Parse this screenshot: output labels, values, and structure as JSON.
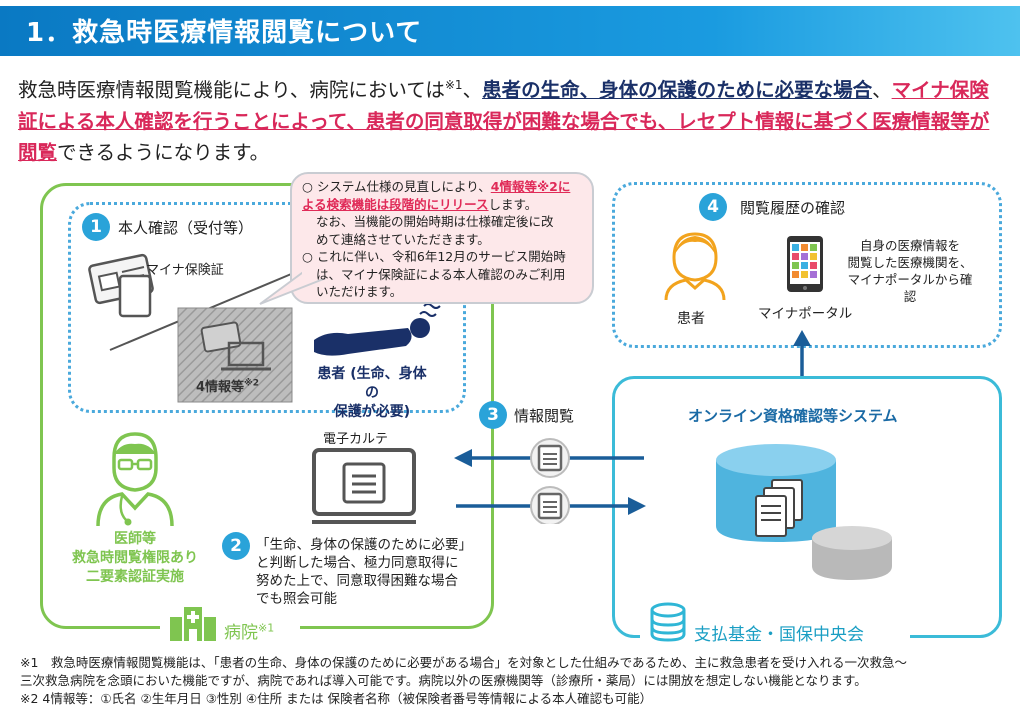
{
  "header": {
    "title": "1．救急時医療情報閲覧について"
  },
  "intro": {
    "part1": "救急時医療情報閲覧機能により、病院においては",
    "sup1": "※1",
    "part2": "、",
    "emph1": "患者の生命、身体の保護のために必要な場合",
    "part3": "、",
    "emph2": "マイナ保険証による本人確認を行うことによって、患者の同意取得が困難な場合でも、レセプト情報に基づく医療情報等が閲覧",
    "part4": "できるようになります。"
  },
  "hospital": {
    "step1_num": "1",
    "step1_label": "本人確認（受付等）",
    "card_label": "マイナ保険証",
    "info4_label": "4情報等",
    "info4_sup": "※2",
    "patient_label_line1": "患者 (生命、身体の",
    "patient_label_line2": "保護が必要)",
    "ehr_label": "電子カルテ",
    "doctor_line1": "医師等",
    "doctor_line2": "救急時閲覧権限あり",
    "doctor_line3": "二要素認証実施",
    "step2_num": "2",
    "step2_lines": [
      "「生命、身体の保護のために必要」",
      "と判断した場合、極力同意取得に",
      "努めた上で、同意取得困難な場合",
      "でも照会可能"
    ],
    "hospital_label": "病院",
    "hospital_sup": "※1"
  },
  "callout": {
    "line1_pre": "○ システム仕様の見直しにより、",
    "line1_red": "4情報等※2に",
    "line2_red": "よる検索機能は段階的にリリース",
    "line2_post": "します。",
    "line3": "なお、当機能の開始時期は仕様確定後に改",
    "line4": "めて連絡させていただきます。",
    "line5": "○ これに伴い、令和6年12月のサービス開始時",
    "line6": "は、マイナ保険証による本人確認のみご利用",
    "line7": "いただけます。"
  },
  "step3": {
    "num": "3",
    "label": "情報閲覧"
  },
  "history": {
    "num": "4",
    "title": "閲覧履歴の確認",
    "desc_lines": [
      "自身の医療情報を",
      "閲覧した医療機関を、",
      "マイナポータルから確認"
    ],
    "patient_label": "患者",
    "portal_label": "マイナポータル"
  },
  "system": {
    "title": "オンライン資格確認等システム",
    "org_label": "支払基金・国保中央会"
  },
  "notes": {
    "line1": "※1　救急時医療情報閲覧機能は、「患者の生命、身体の保護のために必要がある場合」を対象とした仕組みであるため、主に救急患者を受け入れる一次救急～",
    "line2": "三次救急病院を念頭においた機能ですが、病院であれば導入可能です。病院以外の医療機関等（診療所・薬局）には開放を想定しない機能となります。",
    "line3": "※2 4情報等：①氏名 ②生年月日 ③性別 ④住所 または 保険者名称（被保険者番号等情報による本人確認も可能）"
  },
  "colors": {
    "header": "#0a79c3",
    "hospital_frame": "#7fc550",
    "dotted_frame": "#4aa9dc",
    "system_frame": "#3bbbd8",
    "emphasis_red": "#d9285a",
    "emphasis_navy": "#1a3068",
    "patient_orange": "#f2a31d",
    "arrow": "#1a5d99"
  }
}
